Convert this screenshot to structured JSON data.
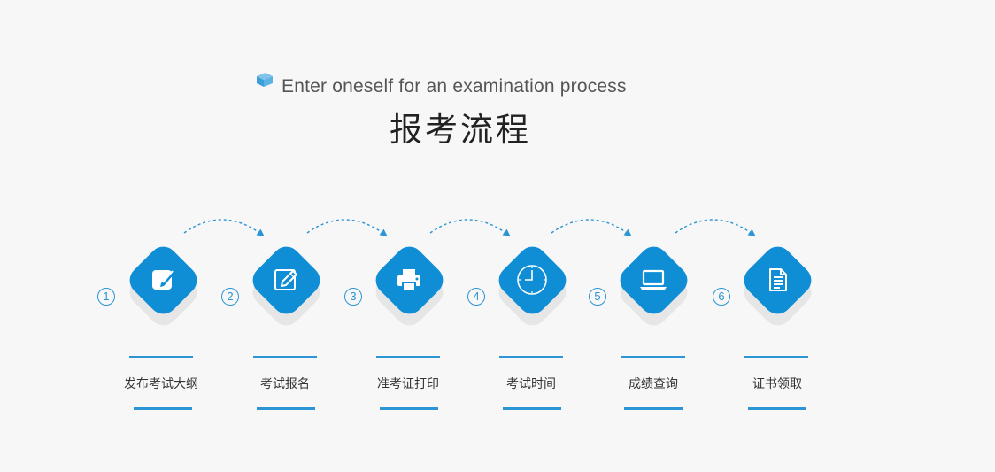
{
  "header": {
    "subtitle": "Enter oneself for an examination process",
    "title": "报考流程"
  },
  "colors": {
    "accent": "#0f8ed6",
    "shadow": "#e6e6e6",
    "line": "#2c95d4"
  },
  "steps": [
    {
      "number": "1",
      "label": "发布考试大纲",
      "icon": "edit-note-icon"
    },
    {
      "number": "2",
      "label": "考试报名",
      "icon": "pencil-form-icon"
    },
    {
      "number": "3",
      "label": "准考证打印",
      "icon": "printer-icon"
    },
    {
      "number": "4",
      "label": "考试时间",
      "icon": "clock-icon"
    },
    {
      "number": "5",
      "label": "成绩查询",
      "icon": "laptop-icon"
    },
    {
      "number": "6",
      "label": "证书领取",
      "icon": "document-icon"
    }
  ]
}
